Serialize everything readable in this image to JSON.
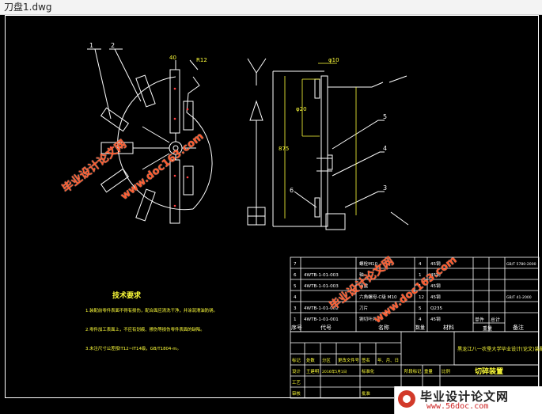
{
  "window": {
    "title": "刀盘1.dwg"
  },
  "drawing": {
    "callouts_left": [
      "1",
      "2"
    ],
    "callouts_right": [
      "5",
      "4",
      "3",
      "6"
    ],
    "top_dims": [
      "40",
      "R12"
    ],
    "side_dim_labels": [
      "φ10",
      "φ20",
      "875"
    ],
    "tech_requirements": {
      "title": "技术要求",
      "items": [
        "1.装配前零件表面不得有损伤，配合面应清洗干净，并涂润滑油防锈。",
        "2.零件加工表面上，不应有划痕、擦伤等损伤零件表面的缺陷。",
        "3.未注尺寸公差按IT12~IT14级，GB/T1804-m。"
      ]
    },
    "bom": {
      "rows": [
        {
          "no": "7",
          "code": "",
          "name": "螺栓M10",
          "qty": "4",
          "material": "45钢",
          "note": "GB/T 5780-2000"
        },
        {
          "no": "6",
          "code": "4WTB-1-01-003",
          "name": "轴",
          "qty": "1",
          "material": "45钢",
          "note": ""
        },
        {
          "no": "5",
          "code": "4WTB-1-01-003",
          "name": "刀盘",
          "qty": "1",
          "material": "45钢",
          "note": ""
        },
        {
          "no": "4",
          "code": "",
          "name": "六角螺母-C级 M10",
          "qty": "12",
          "material": "45钢",
          "note": "GB/T 41-2000"
        },
        {
          "no": "3",
          "code": "4WTB-1-01-002",
          "name": "刀片",
          "qty": "5",
          "material": "Q235",
          "note": ""
        },
        {
          "no": "1",
          "code": "4WTB-1-01-001",
          "name": "铡切叶片",
          "qty": "4",
          "material": "45钢",
          "note": ""
        }
      ],
      "headers": [
        "序号",
        "代号",
        "名称",
        "数量",
        "材料",
        "单件",
        "总计",
        "备注"
      ],
      "header_sub": "重量"
    },
    "title_block": {
      "school": "黑龙江八一农垦大学毕业设计(论文)装配图",
      "part_name": "切碎装置",
      "row_labels": [
        "标记",
        "处数",
        "分区",
        "更改文件号",
        "签名",
        "年、月、日"
      ],
      "design_row": [
        "设计",
        "王建明",
        "2016年5月1日",
        "标准化"
      ],
      "stage_labels": [
        "阶段标记",
        "重量",
        "比例"
      ],
      "bottom_labels": [
        "审核",
        "工艺",
        "批准"
      ]
    }
  },
  "watermarks": {
    "diag_cn": "毕业设计论文网",
    "diag_url": "www.doc163.com",
    "bottom_cn": "毕业设计论文网",
    "bottom_url": "www.56doc.com"
  }
}
